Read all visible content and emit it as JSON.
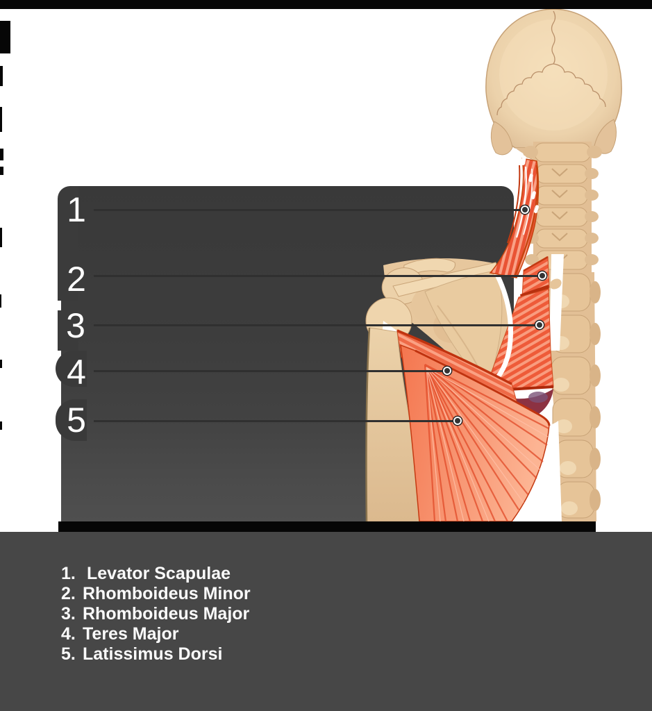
{
  "figure": {
    "chips": [
      {
        "number": "1"
      },
      {
        "number": "2"
      },
      {
        "number": "3"
      },
      {
        "number": "4"
      },
      {
        "number": "5"
      }
    ]
  },
  "answer_key": {
    "items": [
      {
        "num": "1.",
        "name": "Levator Scapulae"
      },
      {
        "num": "2.",
        "name": "Rhomboideus Minor"
      },
      {
        "num": "3.",
        "name": "Rhomboideus Major"
      },
      {
        "num": "4.",
        "name": "Teres Major"
      },
      {
        "num": "5.",
        "name": "Latissimus Dorsi"
      }
    ]
  },
  "colors": {
    "mask_panel": "#3d3d3d",
    "answer_panel": "#474747",
    "leader_line": "#303030",
    "muscle_base": "#ee5b39",
    "muscle_stripe": "#f99c7e",
    "muscle_outline": "#c7440f",
    "bone": "#e8c89f",
    "bone_shadow": "#c9a478",
    "text": "#fafafa",
    "frame": "#060606"
  }
}
